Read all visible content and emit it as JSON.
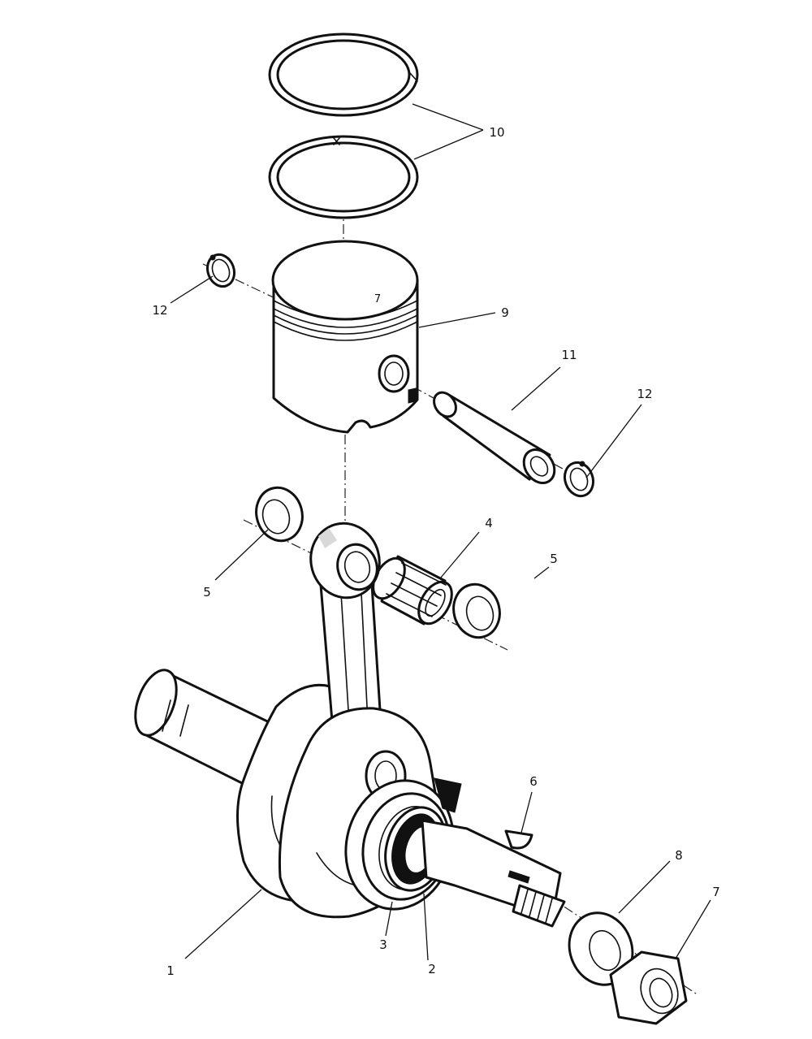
{
  "diagram": {
    "callouts": {
      "c1": "1",
      "c2": "2",
      "c3": "3",
      "c4": "4",
      "c5a": "5",
      "c5b": "5",
      "c6": "6",
      "c7": "7",
      "c8": "8",
      "c9": "9",
      "c10": "10",
      "c11": "11",
      "c12a": "12",
      "c12b": "12"
    },
    "piston_mark": "7"
  }
}
